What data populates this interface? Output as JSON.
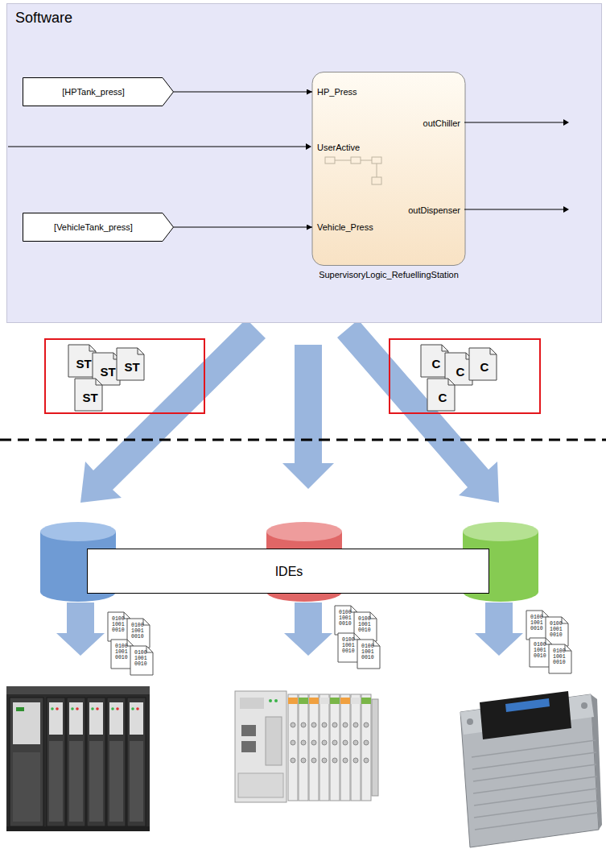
{
  "diagram": {
    "nodes": [
      {
        "text": [
          "Software"
        ]
      },
      {
        "text": [
          "[HPTank_press]"
        ],
        "in": 0
      },
      {
        "text": [
          "HP_Press",
          "outChiller",
          "UserActive",
          "outDispenser",
          "Vehicle_Press",
          "SupervisoryLogic_RefuellingStation"
        ],
        "in": 0
      },
      {
        "text": [
          "[VehicleTank_press]"
        ],
        "in": 0
      },
      {
        "text": [
          "ST",
          "ST",
          "ST",
          "ST"
        ]
      },
      {
        "text": [
          "C",
          "C",
          "C",
          "C"
        ]
      },
      {
        "text": [
          "IDEs"
        ]
      }
    ],
    "edges": [
      {
        "from": 1,
        "to": 2,
        "arrow": "to"
      },
      {
        "from": 3,
        "to": 2,
        "arrow": "to"
      }
    ],
    "labels": [
      "0100 1001 0010",
      "0100 1001 0010",
      "0100 1001 0010",
      "0100 1001 0010",
      "0100 1001 0010",
      "0100 1001 0010",
      "0100 1001 0010",
      "0100 1001 0010",
      "0100 1001 0010",
      "0100 1001 0010",
      "0100 1001 0010",
      "0100 1001 0010"
    ]
  }
}
